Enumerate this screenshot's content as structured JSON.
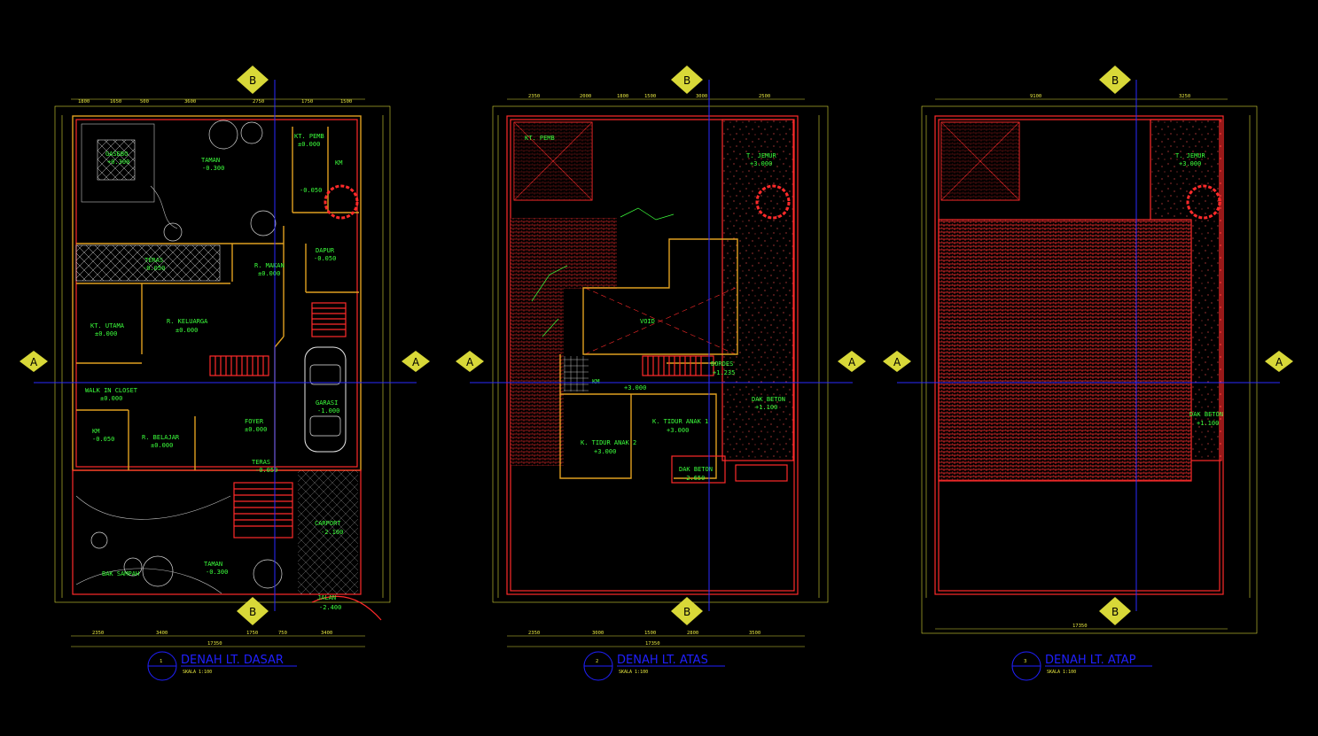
{
  "plans": [
    {
      "id": "dasar",
      "number": "1",
      "title": "DENAH LT. DASAR",
      "scale": "SKALA 1:100",
      "rooms": [
        {
          "name": "GASEBO",
          "level": "+0.300"
        },
        {
          "name": "TAMAN",
          "level": "-0.300"
        },
        {
          "name": "KT. PEMB",
          "level": "±0.000"
        },
        {
          "name": "KM",
          "level": "-0.050"
        },
        {
          "name": "TERAS",
          "level": "-0.050"
        },
        {
          "name": "R. MAKAN",
          "level": "±0.000"
        },
        {
          "name": "DAPUR",
          "level": "-0.050"
        },
        {
          "name": "KT. UTAMA",
          "level": "±0.000"
        },
        {
          "name": "R. KELUARGA",
          "level": "±0.000"
        },
        {
          "name": "WALK IN CLOSET",
          "level": "±0.000"
        },
        {
          "name": "KM",
          "level": "-0.050"
        },
        {
          "name": "R. BELAJAR",
          "level": "±0.000"
        },
        {
          "name": "FOYER",
          "level": "±0.000"
        },
        {
          "name": "GARASI",
          "level": "-1.000"
        },
        {
          "name": "TERAS",
          "level": "-0.050"
        },
        {
          "name": "CARPORT",
          "level": "-2.100"
        },
        {
          "name": "TAMAN",
          "level": "-0.300"
        },
        {
          "name": "BAK SAMPAH",
          "level": ""
        },
        {
          "name": "JALAN",
          "level": "-2.400"
        }
      ],
      "dims_top": [
        "1800",
        "1650",
        "500",
        "3600",
        "2750",
        "1750",
        "1500"
      ],
      "dims_bottom": [
        "2350",
        "3400",
        "1750",
        "750",
        "3400"
      ],
      "total": "17350"
    },
    {
      "id": "atas",
      "number": "2",
      "title": "DENAH LT. ATAS",
      "scale": "SKALA 1:100",
      "rooms": [
        {
          "name": "KT. PEMB",
          "level": ""
        },
        {
          "name": "T. JEMUR",
          "level": "+3.000"
        },
        {
          "name": "VOID",
          "level": ""
        },
        {
          "name": "BORDES",
          "level": "+1.235"
        },
        {
          "name": "DAK BETON",
          "level": "+1.100"
        },
        {
          "name": "KM",
          "level": "+3.000"
        },
        {
          "name": "K. TIDUR ANAK 1",
          "level": "+3.000"
        },
        {
          "name": "K. TIDUR ANAK 2",
          "level": "+3.000"
        },
        {
          "name": "DAK BETON",
          "level": "-2.650"
        }
      ],
      "dims_top": [
        "2350",
        "2000",
        "1800",
        "1500",
        "3000",
        "2500"
      ],
      "dims_bottom": [
        "2350",
        "3000",
        "1500",
        "2800",
        "3500"
      ],
      "total": "17350"
    },
    {
      "id": "atap",
      "number": "3",
      "title": "DENAH LT. ATAP",
      "scale": "SKALA 1:100",
      "rooms": [
        {
          "name": "T. JEMUR",
          "level": "+3.000"
        },
        {
          "name": "DAK BETON",
          "level": "+1.100"
        }
      ],
      "dims_top": [
        "9100",
        "3250"
      ],
      "dims_bottom": [],
      "total": "17350"
    }
  ],
  "axes": {
    "a": "A",
    "b": "B"
  },
  "colors": {
    "background": "#000000",
    "wall": "#ff2a2a",
    "text": "#3cff3c",
    "dimension": "#e6e640",
    "axis": "#2a2aff"
  }
}
